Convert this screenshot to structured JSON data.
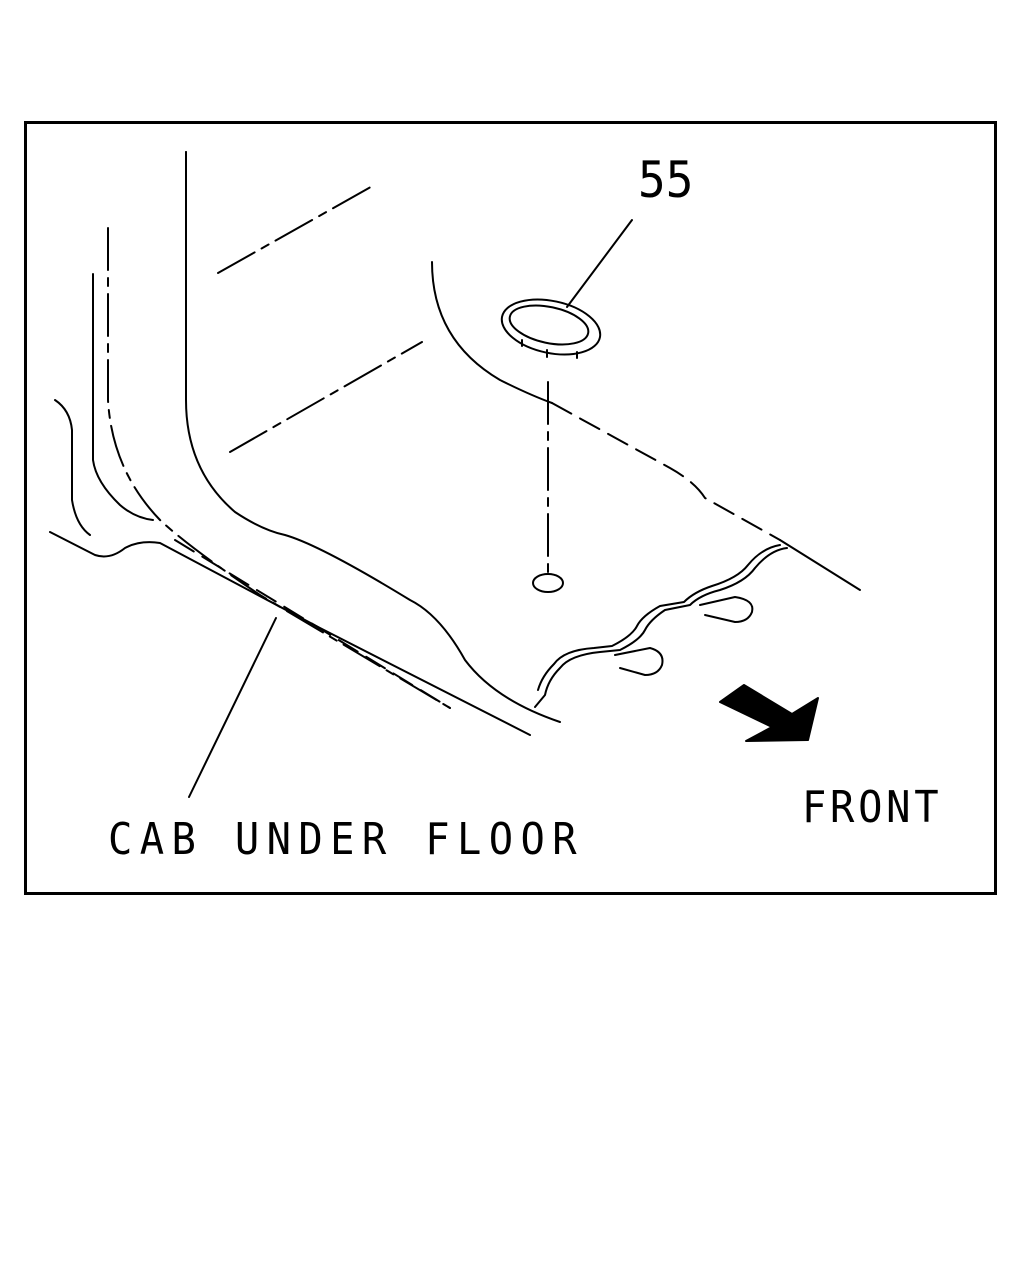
{
  "diagram": {
    "part_number": "55",
    "cab_label": "CAB UNDER FLOOR",
    "direction_label": "FRONT",
    "colors": {
      "line": "#000000",
      "background": "#ffffff"
    },
    "icons": {
      "direction": "arrow-right-down-icon"
    }
  }
}
